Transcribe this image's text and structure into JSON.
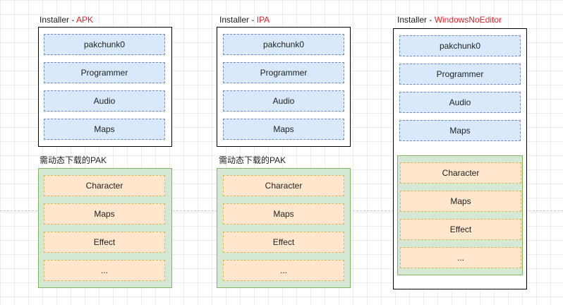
{
  "installer_prefix": "Installer - ",
  "columns": [
    {
      "platform": "APK",
      "base_chunks": [
        "pakchunk0",
        "Programmer",
        "Audio",
        "Maps"
      ],
      "dynamic_title": "需动态下载的PAK",
      "dynamic_chunks": [
        "Character",
        "Maps",
        "Effect",
        "..."
      ]
    },
    {
      "platform": "IPA",
      "base_chunks": [
        "pakchunk0",
        "Programmer",
        "Audio",
        "Maps"
      ],
      "dynamic_title": "需动态下载的PAK",
      "dynamic_chunks": [
        "Character",
        "Maps",
        "Effect",
        "..."
      ]
    },
    {
      "platform": "WindowsNoEditor",
      "base_chunks": [
        "pakchunk0",
        "Programmer",
        "Audio",
        "Maps"
      ],
      "dynamic_chunks": [
        "Character",
        "Maps",
        "Effect",
        "..."
      ]
    }
  ],
  "colors": {
    "accent": "#e8232a",
    "base_fill": "#dae8fc",
    "base_border": "#6c8ebf",
    "dynamic_fill": "#ffe6cc",
    "dynamic_border": "#d6b656",
    "group_fill": "#d5e8d4",
    "group_border": "#82b366"
  }
}
